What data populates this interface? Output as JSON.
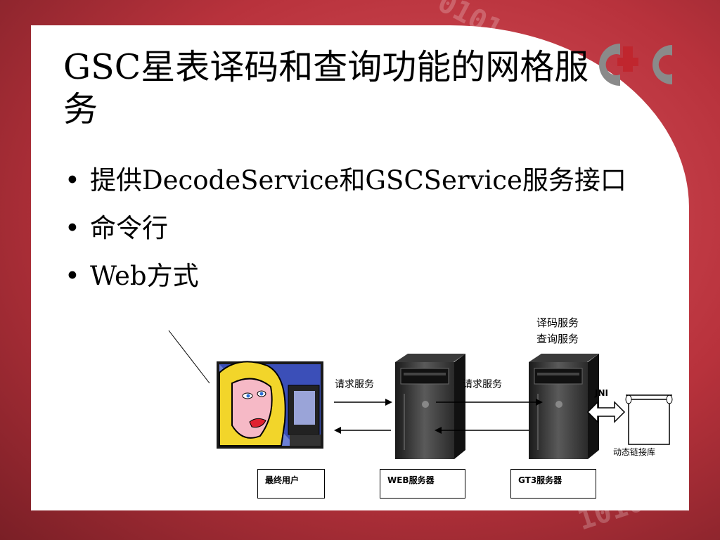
{
  "slide": {
    "title": "GSC星表译码和查询功能的网格服务",
    "bullets": [
      "提供DecodeService和GSCService服务接口",
      "命令行",
      "Web方式"
    ]
  },
  "diagram": {
    "services_label_line1": "译码服务",
    "services_label_line2": "查询服务",
    "request_label_1": "请求服务",
    "request_label_2": "请求服务",
    "jni_label": "JNI",
    "library_label": "动态链接库",
    "end_user_label": "最终用户",
    "web_server_label": "WEB服务器",
    "gt3_server_label": "GT3服务器"
  },
  "colors": {
    "background_red": "#b8323c",
    "logo_gray": "#8a8a8a",
    "logo_red": "#c0262e"
  }
}
